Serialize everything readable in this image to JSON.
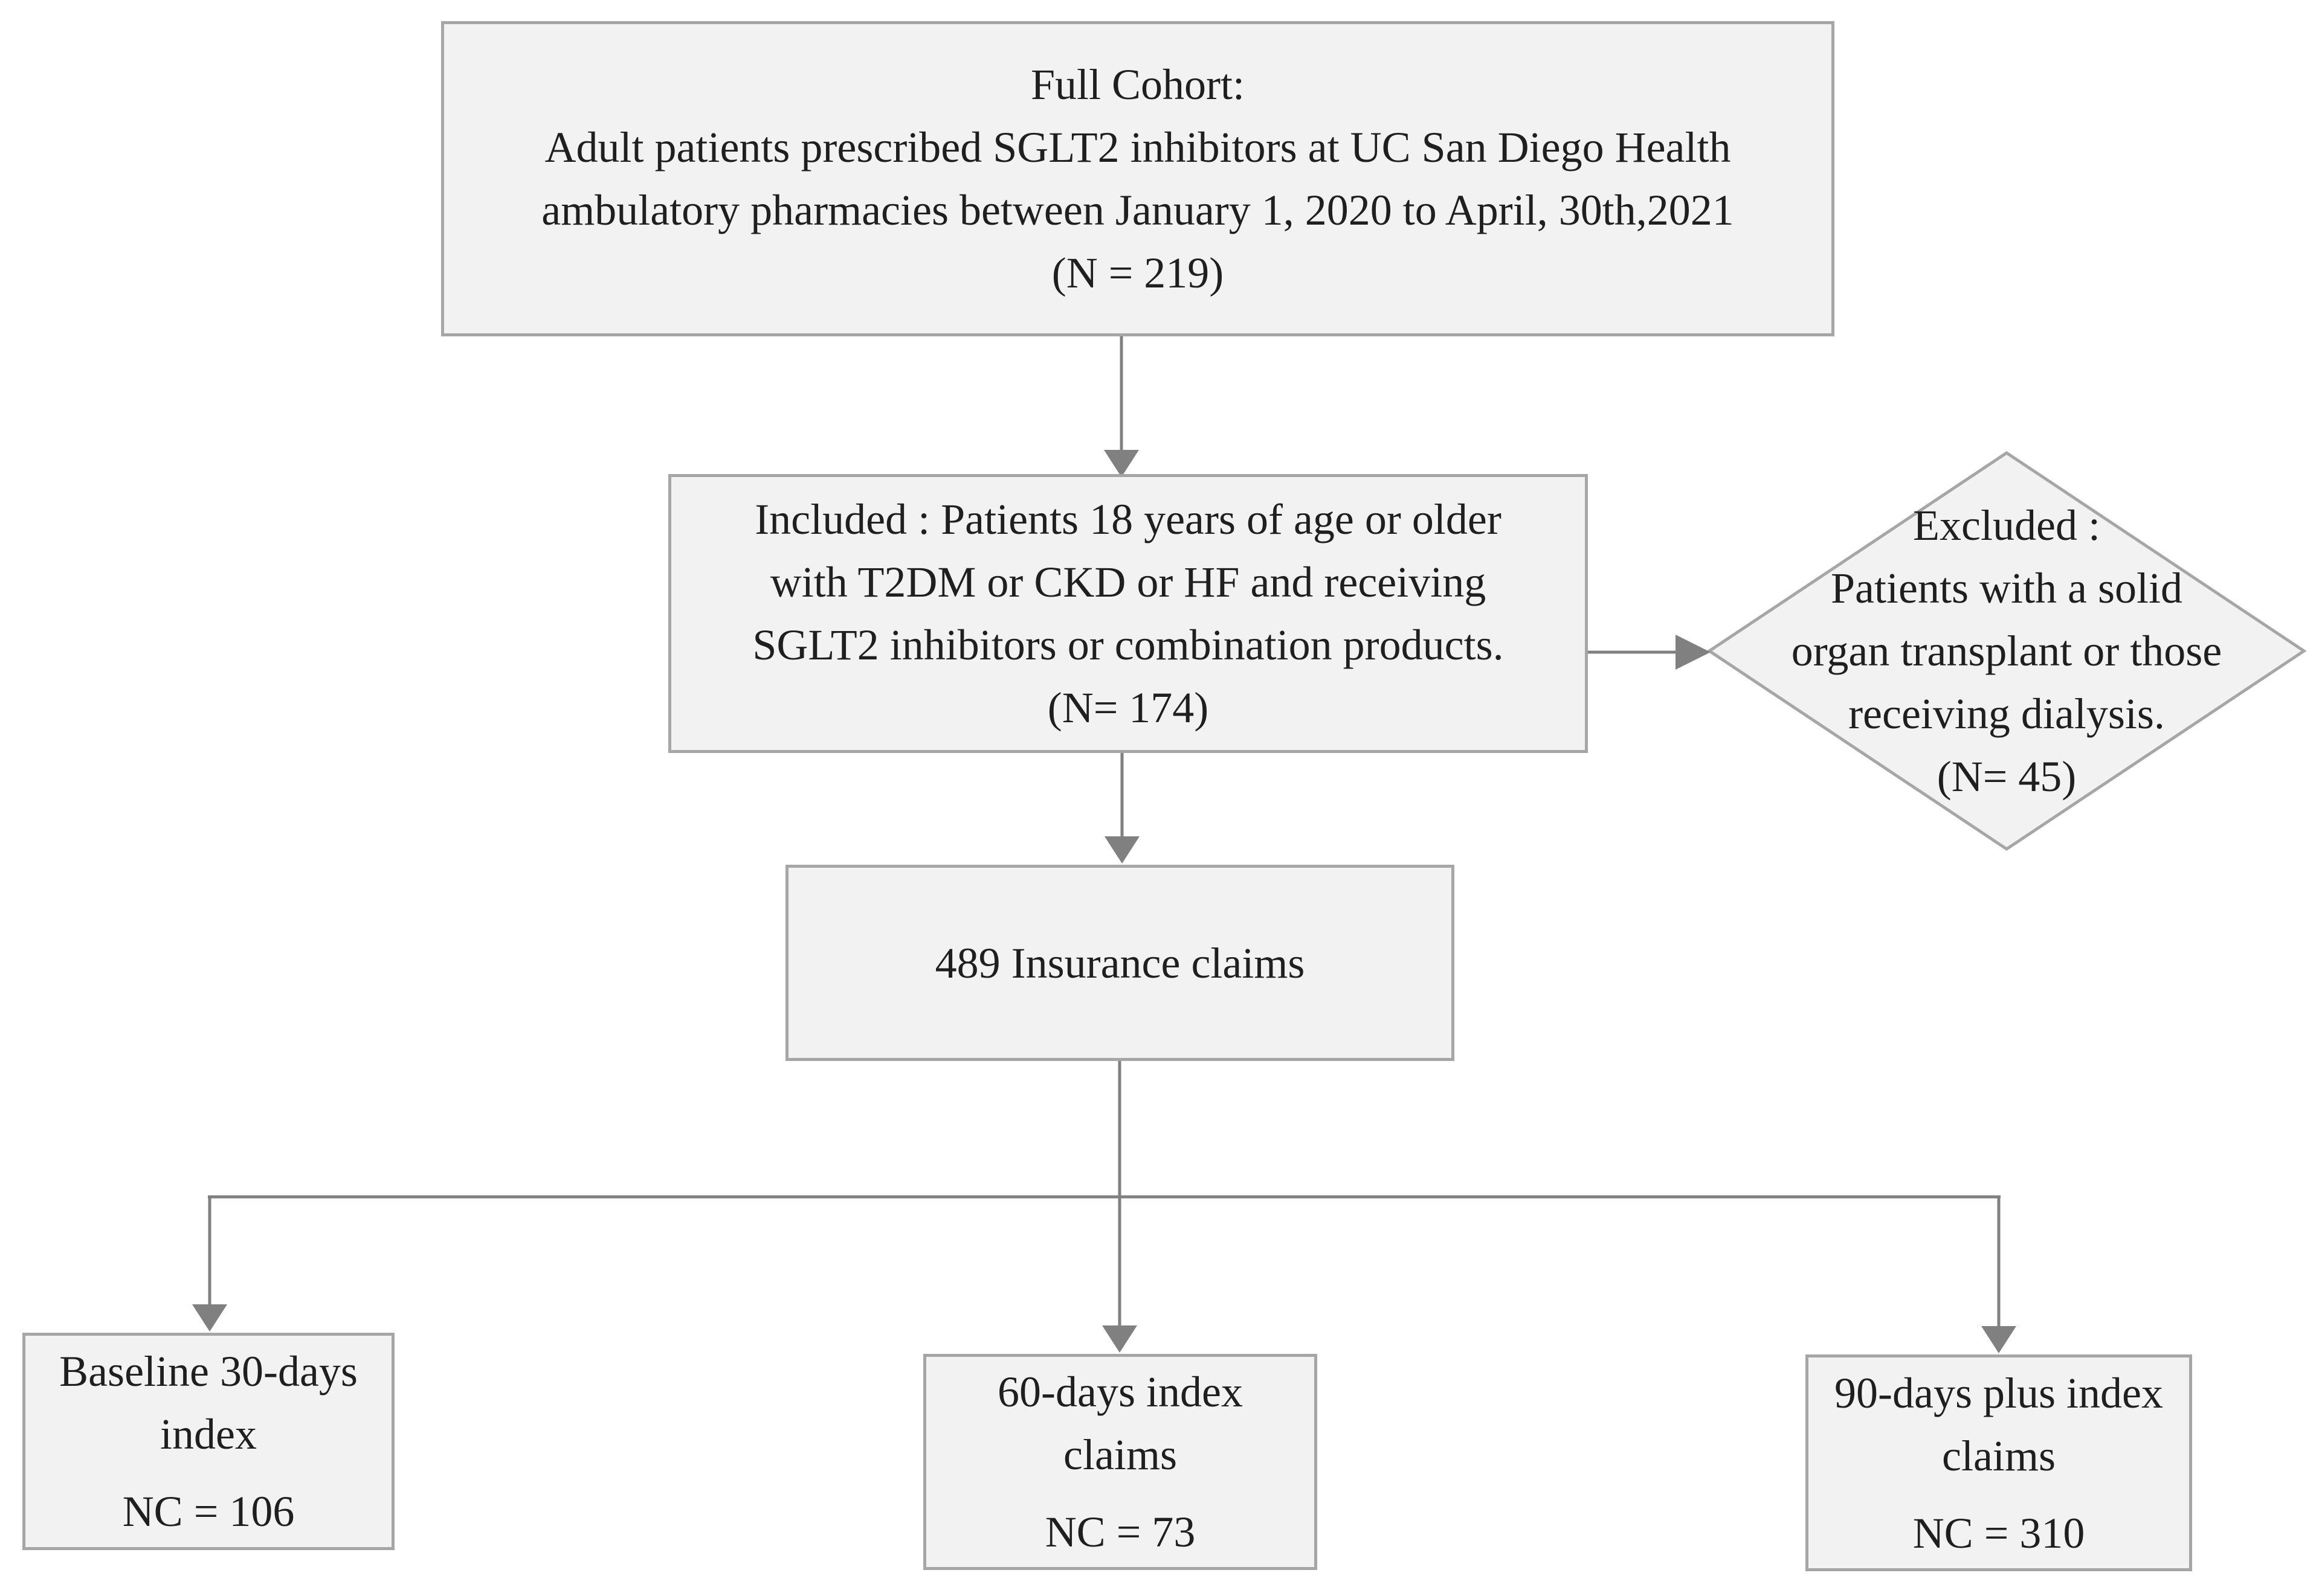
{
  "diagram": {
    "full_cohort": {
      "lines": [
        "Full Cohort:",
        "Adult patients prescribed SGLT2 inhibitors at UC San Diego Health",
        "ambulatory pharmacies between January 1, 2020 to April, 30th,2021",
        "(N = 219)"
      ]
    },
    "included": {
      "lines": [
        "Included : Patients 18 years of age or older",
        "with T2DM or CKD or HF and receiving",
        "SGLT2 inhibitors or combination products.",
        "(N= 174)"
      ]
    },
    "excluded": {
      "lines": [
        "Excluded :",
        "Patients with a solid",
        "organ transplant or those",
        "receiving dialysis.",
        "(N= 45)"
      ]
    },
    "insurance_claims": {
      "text": "489 Insurance claims"
    },
    "baseline_30_days": {
      "lines": [
        "Baseline 30-days",
        "index"
      ],
      "count": "NC = 106"
    },
    "sixty_days_index": {
      "lines": [
        "60-days index",
        "claims"
      ],
      "count": "NC = 73"
    },
    "ninety_days_index": {
      "lines": [
        "90-days plus index",
        "claims"
      ],
      "count": "NC = 310"
    }
  },
  "colors": {
    "box_fill": "#f2f2f2",
    "box_border": "#a6a6a6",
    "connector": "#808080",
    "text": "#1f1f1f"
  }
}
